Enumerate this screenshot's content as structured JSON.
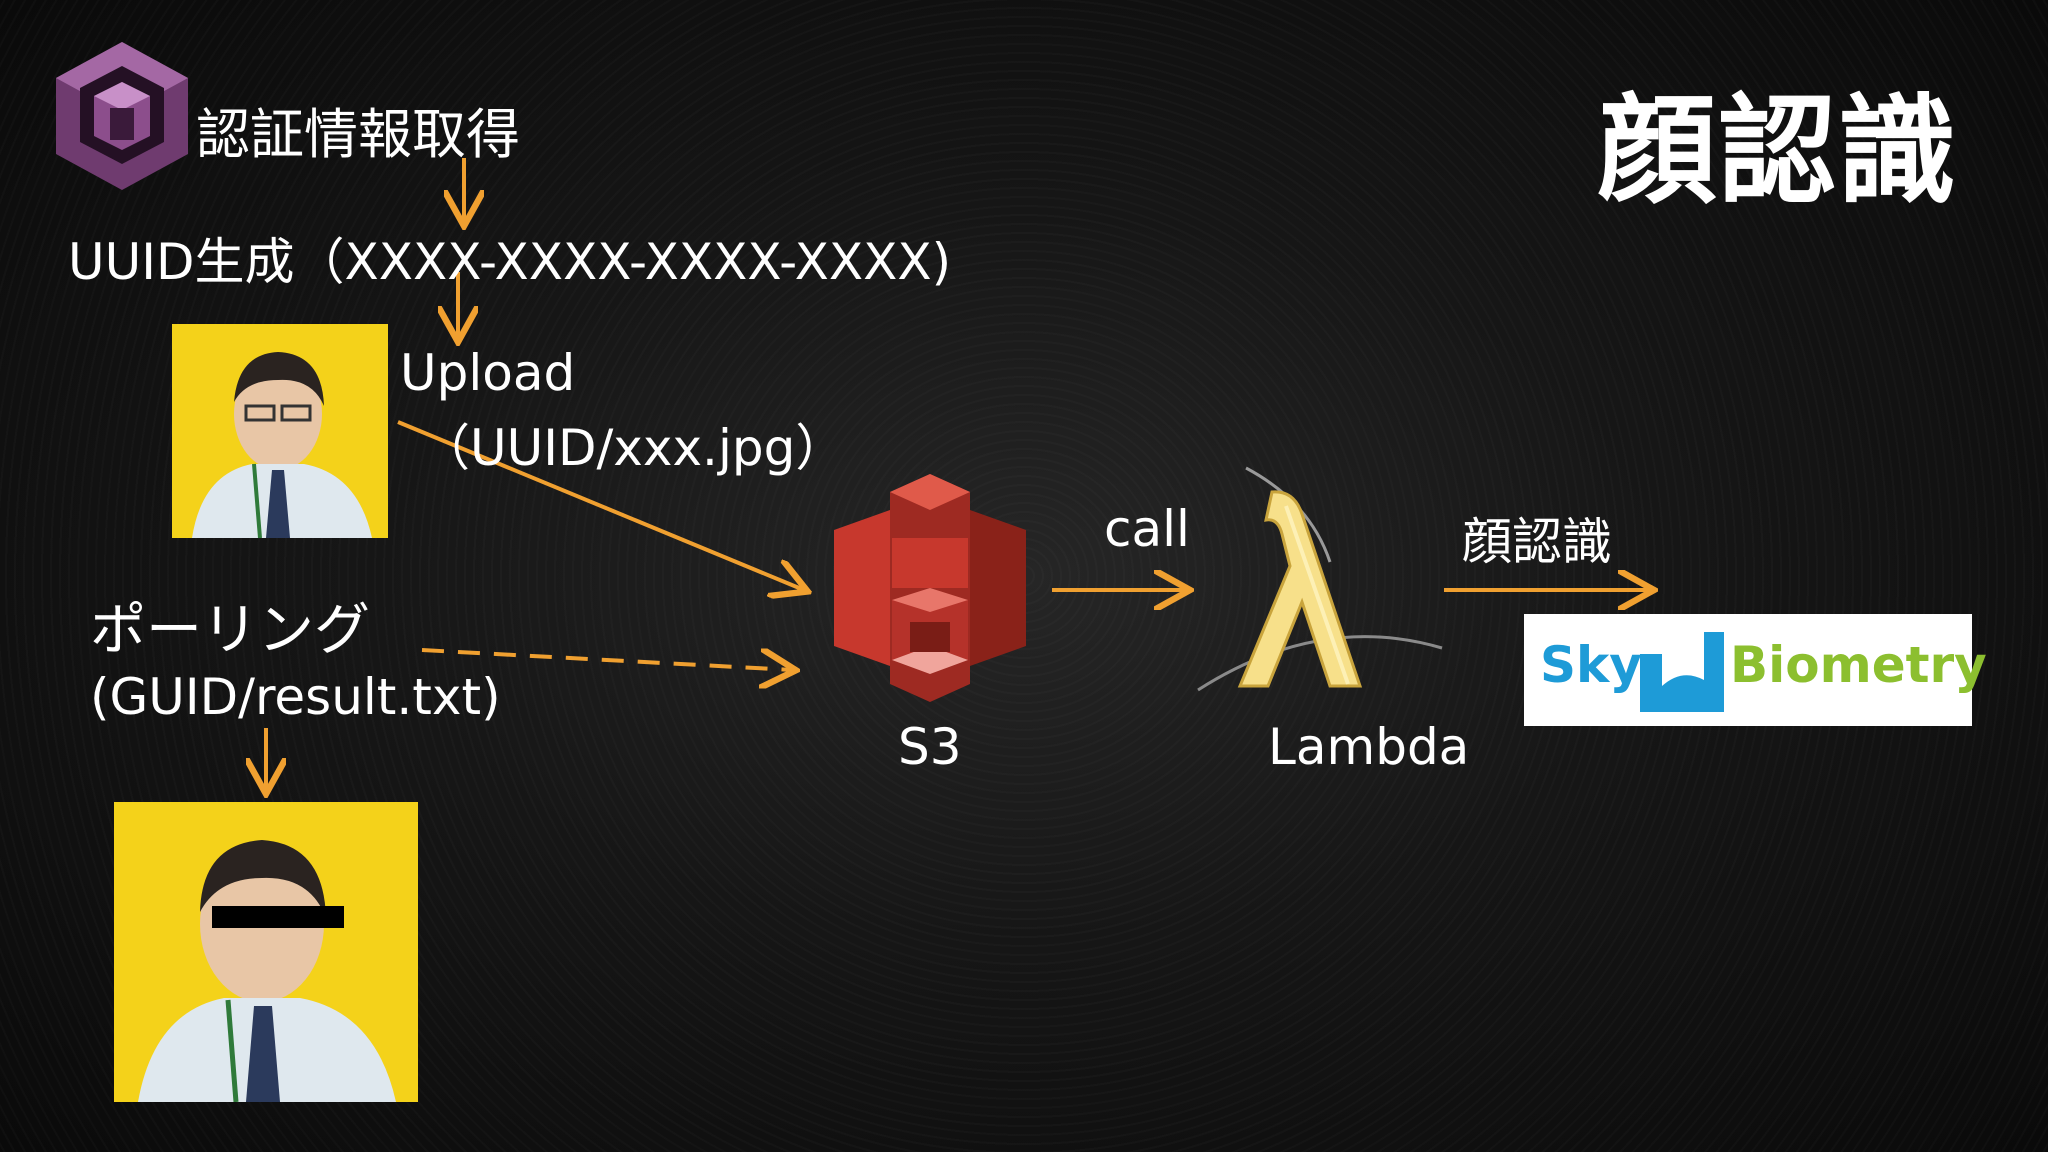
{
  "slide": {
    "title": "顔認識",
    "auth_label": "認証情報取得",
    "uuid_label": "UUID生成（XXXX-XXXX-XXXX-XXXX)",
    "upload_label": "Upload",
    "upload_path": "（UUID/xxx.jpg）",
    "polling_label": "ポーリング",
    "polling_path": "(GUID/result.txt)",
    "s3_label": "S3",
    "call_label": "call",
    "lambda_label": "Lambda",
    "face_label": "顔認識",
    "skybiometry_left": "Sky",
    "skybiometry_right": "Biometry"
  },
  "icons": {
    "cognito": "cognito-icon",
    "s3": "s3-bucket-icon",
    "lambda": "lambda-icon",
    "skybiometry": "skybiometry-logo"
  },
  "colors": {
    "arrow": "#f0a030",
    "background": "#141414",
    "s3_red": "#c7382d",
    "cognito_purple": "#8c4e8c",
    "photo_yellow": "#f4d21a",
    "sky_blue": "#1e9bd7",
    "bio_green": "#8cbf2f"
  }
}
